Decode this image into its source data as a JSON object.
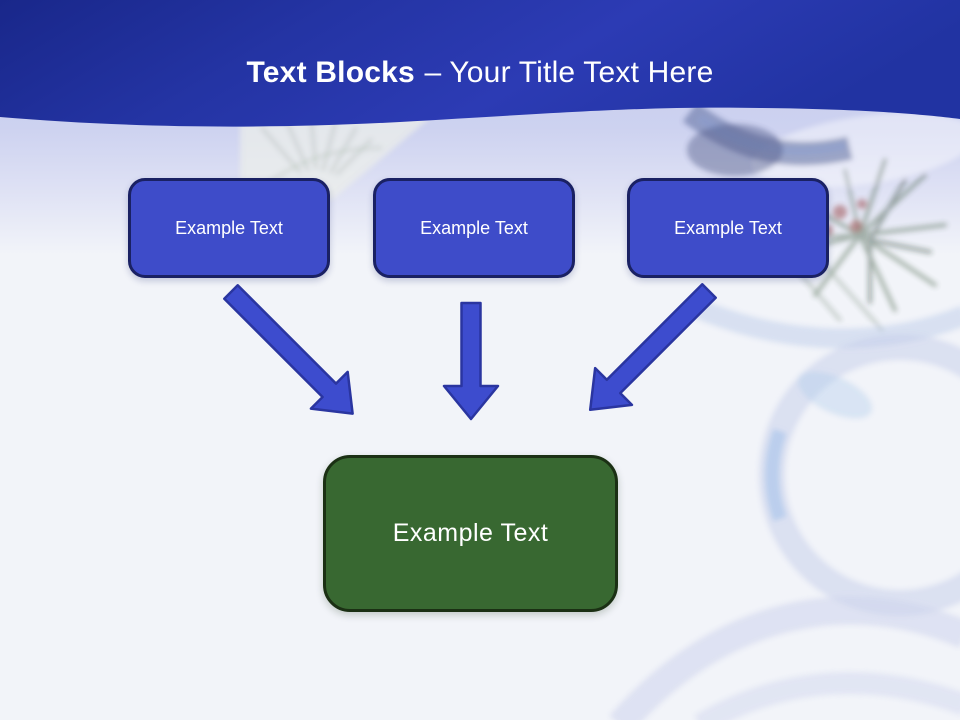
{
  "slide_title": {
    "bold_part": "Text Blocks",
    "regular_part": "– Your Title Text Here"
  },
  "text_blocks": [
    {
      "label": "Example Text"
    },
    {
      "label": "Example Text"
    },
    {
      "label": "Example Text"
    }
  ],
  "result_block": {
    "label": "Example Text"
  },
  "arrows": [
    {
      "name": "arrow-down-right",
      "direction": "down-right"
    },
    {
      "name": "arrow-down",
      "direction": "down"
    },
    {
      "name": "arrow-down-left",
      "direction": "down-left"
    }
  ],
  "colors": {
    "canvas_bg": "#F2F4F9",
    "under_header_tint": "#CDD2F0",
    "header_blue_dark": "#19278A",
    "header_blue": "#2C3BB4",
    "box_fill": "#3E4CC9",
    "box_border": "#1A2163",
    "arrow_fill": "#3D4CCE",
    "arrow_stroke": "#2A35A0",
    "green_fill": "#386831",
    "green_border": "#1B3014",
    "text_white": "#FFFFFF"
  }
}
